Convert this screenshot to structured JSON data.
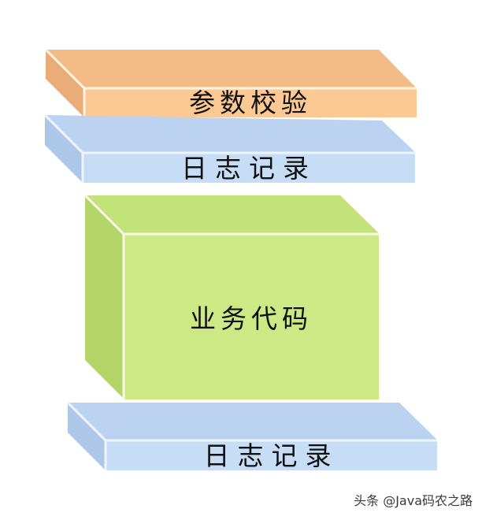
{
  "diagram": {
    "layers": [
      {
        "id": "param-validation",
        "label": "参数校验",
        "colors": {
          "front": "#fcc994",
          "top": "#f3bc86",
          "side": "#e9ae78",
          "edge": "#fff3e2"
        }
      },
      {
        "id": "logging-top",
        "label": "日志记录",
        "colors": {
          "front": "#c7ddf6",
          "top": "#bbd3f0",
          "side": "#adc7e8",
          "edge": "#eef5ff"
        }
      },
      {
        "id": "business-code",
        "label": "业务代码",
        "colors": {
          "front": "#cce985",
          "top": "#c3e27a",
          "side": "#b5d56b",
          "edge": "#f5fbe2"
        }
      },
      {
        "id": "logging-bottom",
        "label": "日志记录",
        "colors": {
          "front": "#c7ddf6",
          "top": "#bbd3f0",
          "side": "#adc7e8",
          "edge": "#eef5ff"
        }
      }
    ]
  },
  "watermark": "头条 @Java码农之路"
}
